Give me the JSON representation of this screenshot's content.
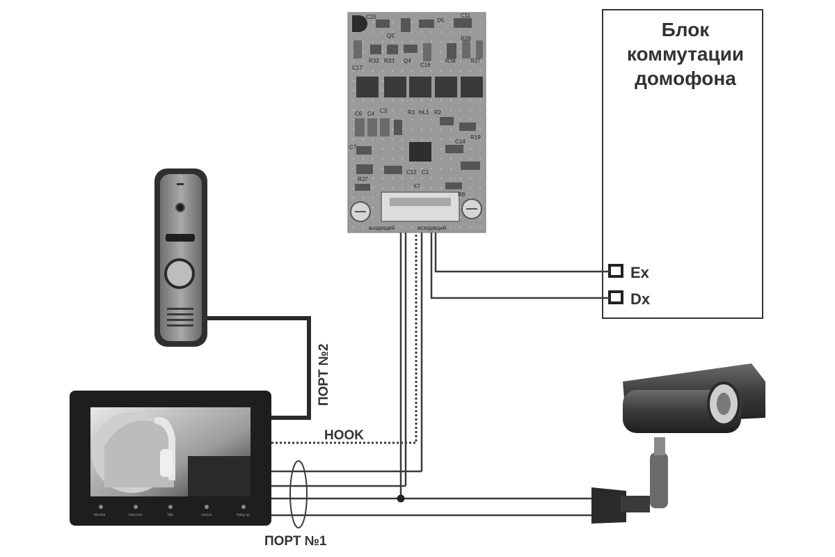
{
  "module": {
    "title_lines": [
      "Блок",
      "коммутации",
      "домофона"
    ],
    "terminals": [
      {
        "label": "Ex"
      },
      {
        "label": "Dx"
      }
    ]
  },
  "labels": {
    "port2": "ПОРТ №2",
    "port1": "ПОРТ №1",
    "hook": "HOOK"
  },
  "board": {
    "logo": "D",
    "component_labels": [
      "C15",
      "Q5",
      "D5",
      "C11",
      "R32",
      "R33",
      "Q4",
      "C16",
      "R28",
      "R38",
      "R27",
      "C17",
      "C6",
      "C4",
      "C3",
      "R3",
      "HL1",
      "R2",
      "C14",
      "R19",
      "C7",
      "C12",
      "C1",
      "R37",
      "R8",
      "X7"
    ],
    "bottom_left_caption": "входящий",
    "bottom_right_caption": "исходящий"
  },
  "monitor": {
    "buttons": [
      "Monitor",
      "Intercom",
      "Talk",
      "Unlock",
      "Hang up"
    ]
  },
  "colors": {
    "line": "#3a3a3a",
    "module_border": "#333333",
    "board": "#9a9a9a",
    "device": "#2b2b2b"
  },
  "icons": [
    "microphone-icon",
    "camera-icon",
    "bell-button-icon",
    "speaker-grille-icon",
    "monitor-icon",
    "bullet-camera-icon",
    "terminal-icon"
  ]
}
